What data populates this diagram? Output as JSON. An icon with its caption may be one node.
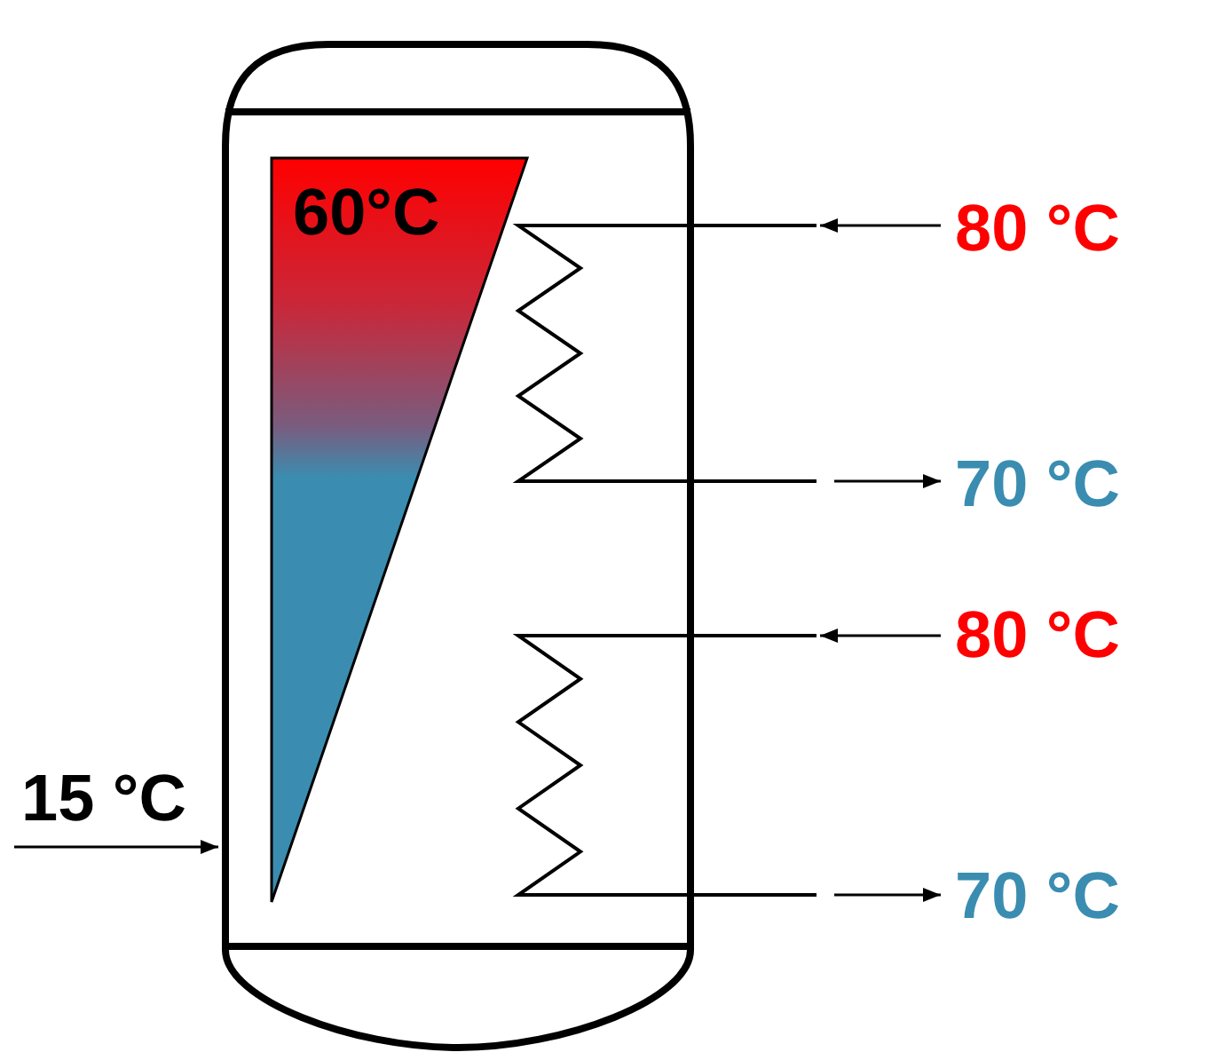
{
  "diagram": {
    "nodes": [
      {
        "text": [],
        "shape": "cylinder"
      },
      {
        "text": [
          "60°C"
        ],
        "in": 0
      },
      {
        "text": [],
        "shape": "coil"
      },
      {
        "text": [],
        "shape": "coil"
      },
      {
        "text": [
          "80 °C"
        ]
      },
      {
        "text": [
          "70 °C"
        ]
      },
      {
        "text": [
          "80 °C"
        ]
      },
      {
        "text": [
          "70 °C"
        ]
      },
      {
        "text": [
          "15 °C"
        ]
      }
    ],
    "edges": [
      {
        "from": 4,
        "to": 2,
        "arrow": "to"
      },
      {
        "from": 2,
        "to": 5,
        "arrow": "to"
      },
      {
        "from": 6,
        "to": 3,
        "arrow": "to"
      },
      {
        "from": 3,
        "to": 7,
        "arrow": "to"
      },
      {
        "from": 8,
        "to": 0,
        "arrow": "to"
      }
    ]
  }
}
